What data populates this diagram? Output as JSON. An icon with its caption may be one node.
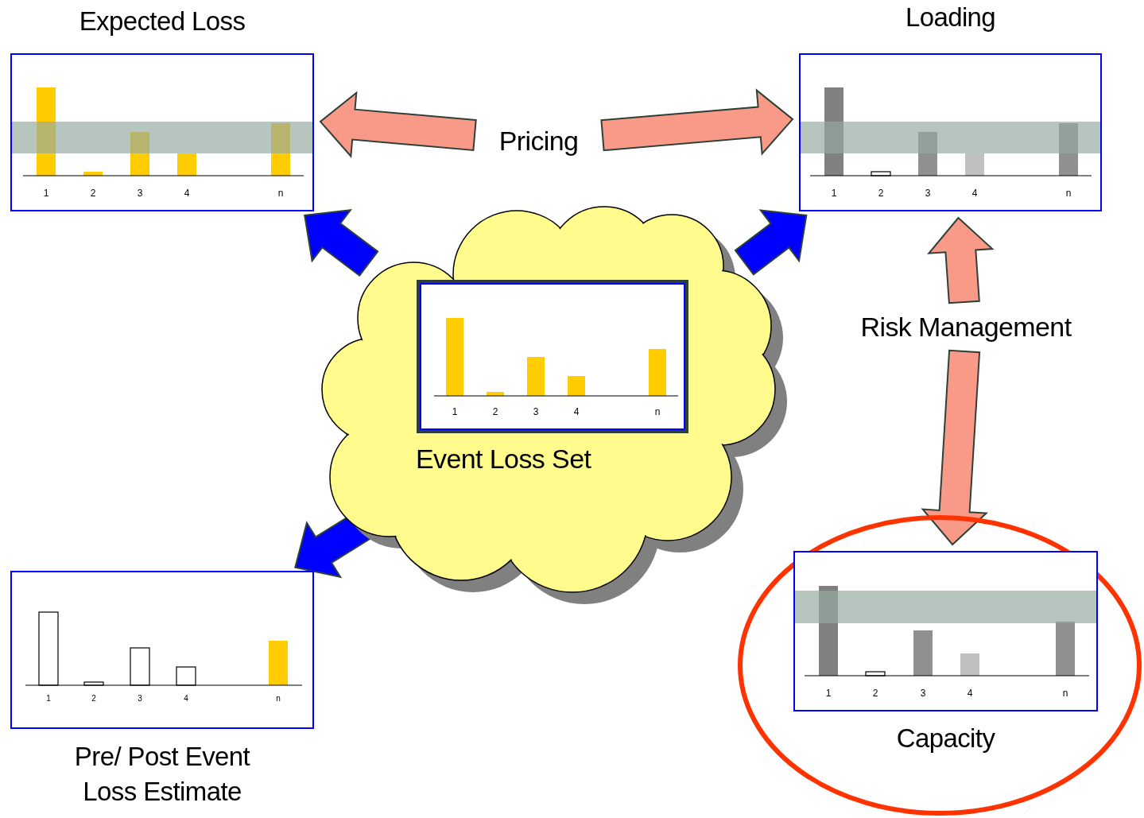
{
  "diagram": {
    "nodes": [
      {
        "text": [
          "Expected Loss"
        ]
      },
      {
        "text": [
          "Pricing"
        ]
      },
      {
        "text": [
          "Loading"
        ]
      },
      {
        "text": [
          "Event Loss Set"
        ]
      },
      {
        "text": [
          "Risk Management"
        ]
      },
      {
        "text": [],
        "shape": "circle"
      },
      {
        "text": [
          "Capacity"
        ],
        "in": 5
      },
      {
        "text": [
          "Pre/ Post Event Loss Estimate"
        ]
      }
    ],
    "edges": [
      {
        "from": 1,
        "to": 0,
        "arrow": "to"
      },
      {
        "from": 1,
        "to": 2,
        "arrow": "to"
      },
      {
        "from": 3,
        "to": 0,
        "arrow": "to",
        "color": "#0000ff"
      },
      {
        "from": 3,
        "to": 2,
        "arrow": "to",
        "color": "#0000ff"
      },
      {
        "from": 4,
        "to": 2,
        "arrow": "to"
      },
      {
        "from": 3,
        "to": 7,
        "arrow": "to",
        "color": "#0000ff"
      },
      {
        "from": 4,
        "to": 6,
        "arrow": "to"
      }
    ],
    "labels": [
      "1",
      "2",
      "3",
      "4",
      "n",
      "1",
      "2",
      "3",
      "4",
      "n",
      "1",
      "2",
      "3",
      "4",
      "n",
      "1",
      "2",
      "3",
      "4",
      "n",
      "1",
      "2",
      "3",
      "4",
      "n"
    ]
  }
}
